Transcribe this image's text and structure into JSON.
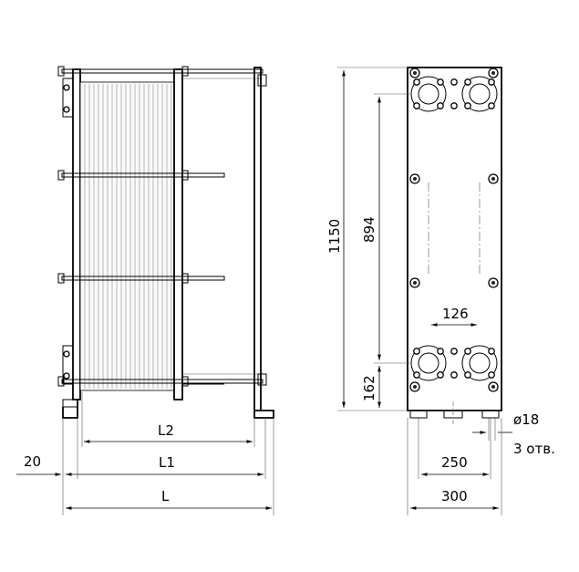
{
  "labels": {
    "height_total": "1150",
    "height_ports": "894",
    "port_spacing": "126",
    "bottom_offset": "162",
    "hole_diameter": "ø18",
    "hole_count": "3 отв.",
    "width_feet": "250",
    "width_total": "300",
    "foot_offset": "20",
    "length_l2": "L2",
    "length_l1": "L1",
    "length_l": "L"
  }
}
